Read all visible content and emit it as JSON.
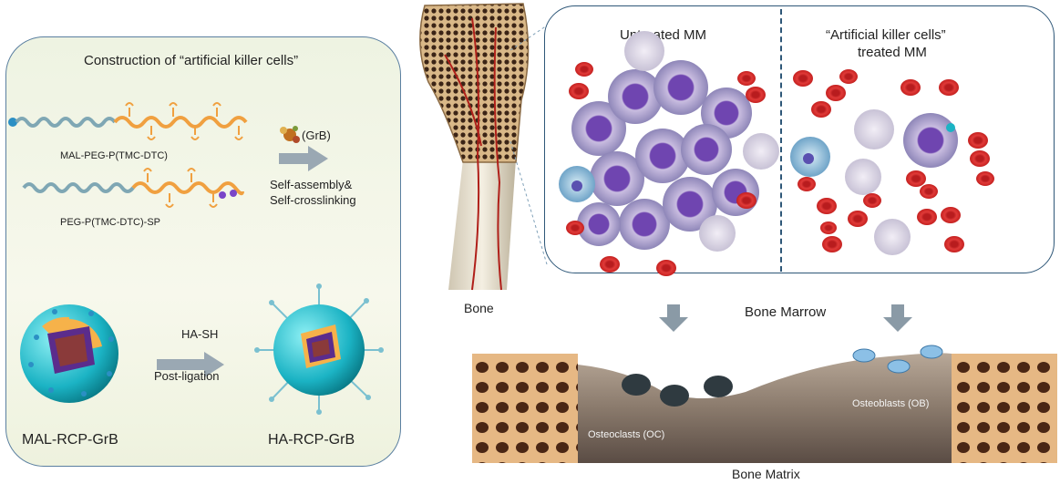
{
  "construction": {
    "title": "Construction of “artificial killer cells”",
    "polymer1": "MAL-PEG-P(TMC-DTC)",
    "polymer2": "PEG-P(TMC-DTC)-SP",
    "grb": "(GrB)",
    "assembly_line1": "Self-assembly&",
    "assembly_line2": "Self-crosslinking",
    "ha_sh": "HA-SH",
    "post_ligation": "Post-ligation",
    "mal_rcp": "MAL-RCP-GrB",
    "ha_rcp": "HA-RCP-GrB"
  },
  "bone": {
    "label": "Bone"
  },
  "marrow": {
    "untreated": "Untreated MM",
    "treated_line1": "“Artificial killer cells”",
    "treated_line2": "treated MM",
    "label": "Bone Marrow"
  },
  "matrix": {
    "osteoclasts": "Osteoclasts (OC)",
    "osteoblasts": "Osteoblasts (OB)",
    "label": "Bone Matrix"
  },
  "colors": {
    "panel_border": "#2e5778",
    "arrow_gray": "#8a9aa6",
    "polymer_teal": "#7fa7b4",
    "polymer_orange": "#f0a040",
    "rbc_red": "#d8282a",
    "myeloma_purple": "#6f45b0"
  }
}
